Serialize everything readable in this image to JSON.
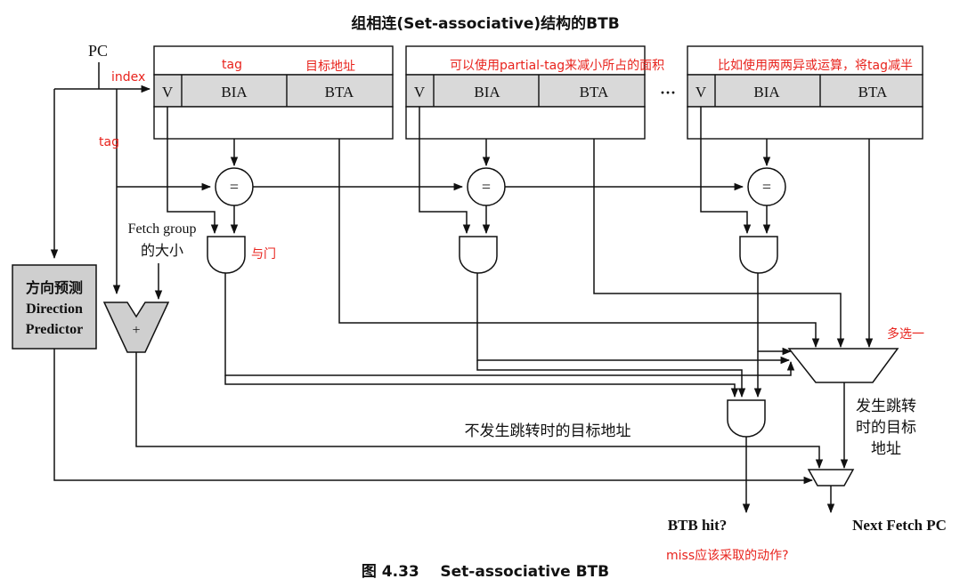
{
  "figure": {
    "title": "组相连(Set-associative)结构的BTB",
    "caption": "图 4.33    Set-associative BTB"
  },
  "entry_fields": {
    "v": "V",
    "bia": "BIA",
    "bta": "BTA"
  },
  "labels": {
    "pc": "PC",
    "ellipsis": "···",
    "eq": "=",
    "plus": "+",
    "fetch_group_1": "Fetch group",
    "fetch_group_2": "的大小",
    "direction_1": "方向预测",
    "direction_2": "Direction",
    "direction_3": "Predictor",
    "not_taken": "不发生跳转时的目标地址",
    "taken_1": "发生跳转",
    "taken_2": "时的目标",
    "taken_3": "地址",
    "btb_hit": "BTB hit?",
    "next_pc": "Next Fetch PC"
  },
  "annotations": {
    "index": "index",
    "tag_top": "tag",
    "target": "目标地址",
    "partial_tag": "可以使用partial-tag来减小所占的面积",
    "xor_tag": "比如使用两两异或运算，将tag减半",
    "tag_left": "tag",
    "and_gate": "与门",
    "mux_one": "多选一",
    "miss_action": "miss应该采取的动作?"
  },
  "colors": {
    "annotation": "#e8231d",
    "entry_fill": "#d9d9d9",
    "predictor_fill": "#cfcfcf",
    "line": "#111111"
  }
}
